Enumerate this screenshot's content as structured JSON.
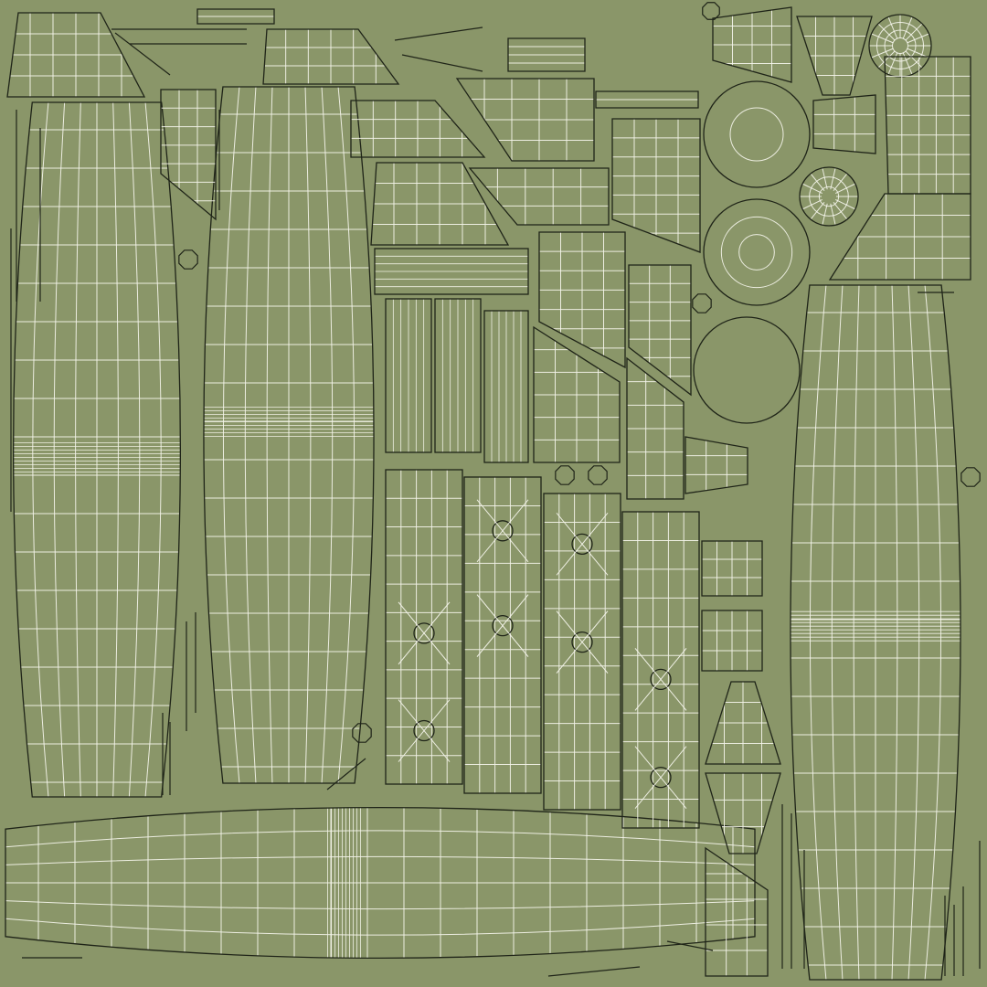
{
  "canvas": {
    "background_color": "#8a9669",
    "outline_color": "#1f2418",
    "wire_color": "#f4f4ea"
  },
  "islands": {
    "large_hull_panels": [
      "hull-panel-left",
      "hull-panel-center",
      "hull-panel-right",
      "hull-panel-bottom"
    ],
    "grid_plates": [
      "grid-plate-1",
      "grid-plate-2",
      "grid-plate-3",
      "grid-plate-4"
    ],
    "striped_strips": [
      "strip-1",
      "strip-2",
      "strip-3"
    ],
    "circular_caps": [
      "cap-1",
      "cap-2",
      "cap-3",
      "cap-4",
      "cap-5"
    ],
    "wing_fragments": [
      "wing-1",
      "wing-2",
      "wing-3",
      "wing-4",
      "wing-5",
      "wing-6",
      "wing-7",
      "wing-8"
    ],
    "small_pieces": [
      "small-1",
      "small-2",
      "small-3"
    ]
  }
}
